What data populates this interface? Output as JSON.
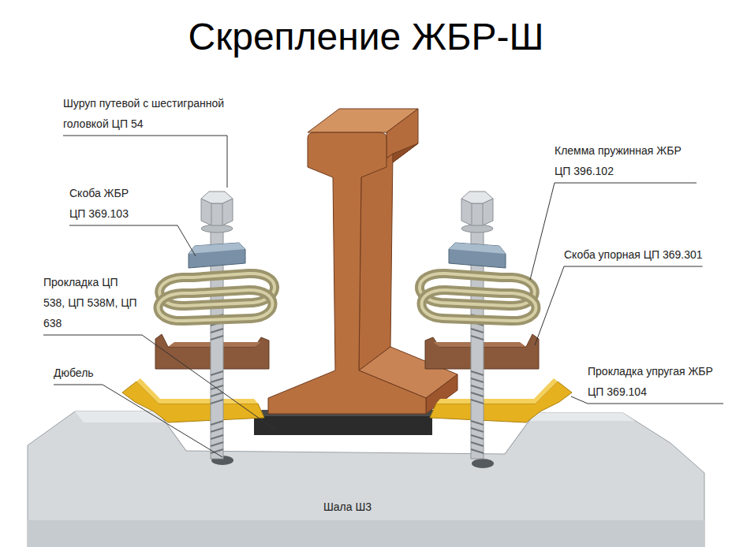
{
  "diagram": {
    "title": "Скрепление ЖБР-Ш",
    "labels": [
      "Шуруп путевой с шестигранной головкой ЦП 54",
      "Скоба ЖБР ЦП 369.103",
      "Клемма пружинная ЖБР ЦП 396.102",
      "Скоба упорная ЦП 369.301",
      "Прокладка ЦП 538, ЦП 538М, ЦП 638",
      "Дюбель",
      "Прокладка упругая ЖБР ЦП 369.104",
      "Шала Ш3"
    ]
  }
}
